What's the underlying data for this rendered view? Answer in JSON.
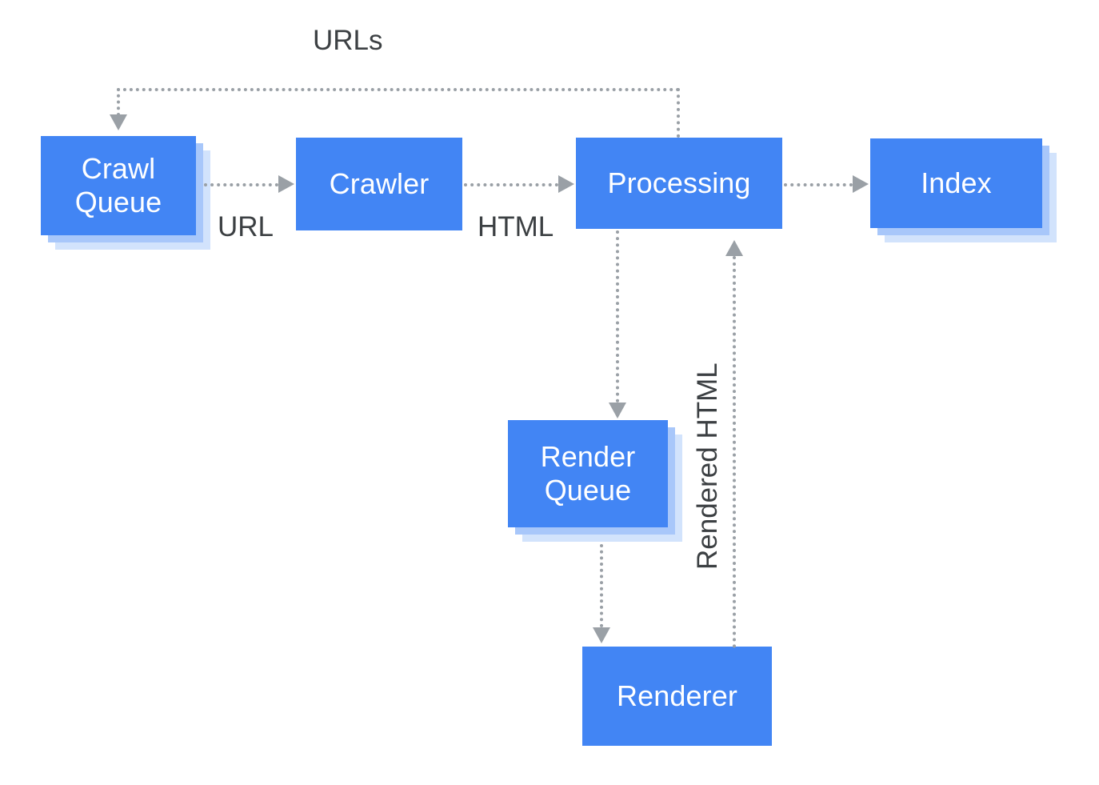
{
  "diagram": {
    "title_text": "URLs",
    "colors": {
      "node_fill": "#4285f4",
      "node_shadow_mid": "#a8c7fa",
      "node_shadow_light": "#d2e3fc",
      "node_text": "#ffffff",
      "edge_label_text": "#3c4043",
      "connector": "#9aa0a6",
      "background": "#ffffff"
    },
    "nodes": [
      {
        "id": "crawl-queue",
        "label": "Crawl\nQueue",
        "stacked": true
      },
      {
        "id": "crawler",
        "label": "Crawler",
        "stacked": false
      },
      {
        "id": "processing",
        "label": "Processing",
        "stacked": false
      },
      {
        "id": "index",
        "label": "Index",
        "stacked": true
      },
      {
        "id": "render-queue",
        "label": "Render\nQueue",
        "stacked": true
      },
      {
        "id": "renderer",
        "label": "Renderer",
        "stacked": false
      }
    ],
    "edge_labels": [
      {
        "id": "urls",
        "text": "URLs",
        "orientation": "horizontal"
      },
      {
        "id": "url",
        "text": "URL",
        "orientation": "horizontal"
      },
      {
        "id": "html",
        "text": "HTML",
        "orientation": "horizontal"
      },
      {
        "id": "rendered-html",
        "text": "Rendered HTML",
        "orientation": "vertical"
      }
    ],
    "edges": [
      {
        "id": "processing-to-crawl-queue",
        "from": "processing",
        "to": "crawl-queue",
        "label": "URLs"
      },
      {
        "id": "crawl-queue-to-crawler",
        "from": "crawl-queue",
        "to": "crawler",
        "label": "URL"
      },
      {
        "id": "crawler-to-processing",
        "from": "crawler",
        "to": "processing",
        "label": "HTML"
      },
      {
        "id": "processing-to-index",
        "from": "processing",
        "to": "index",
        "label": ""
      },
      {
        "id": "processing-to-render-queue",
        "from": "processing",
        "to": "render-queue",
        "label": ""
      },
      {
        "id": "render-queue-to-renderer",
        "from": "render-queue",
        "to": "renderer",
        "label": ""
      },
      {
        "id": "renderer-to-processing",
        "from": "renderer",
        "to": "processing",
        "label": "Rendered HTML"
      }
    ]
  }
}
